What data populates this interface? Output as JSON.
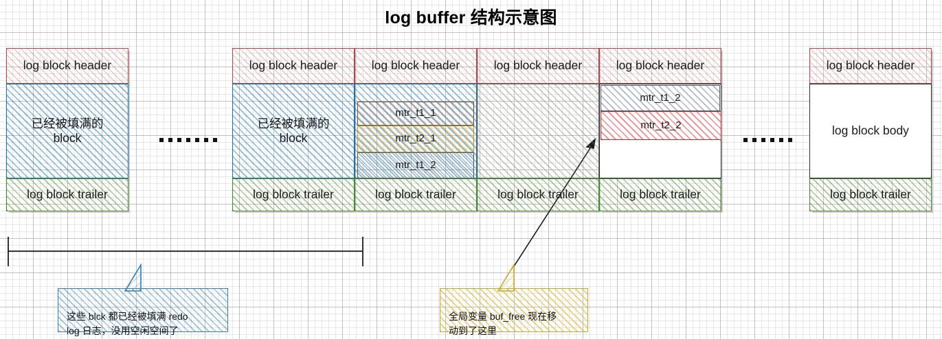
{
  "title": "log buffer 结构示意图",
  "labels": {
    "header": "log block header",
    "trailer": "log block trailer",
    "filled_body": "已经被填满的\nblock",
    "empty_body": "log block body"
  },
  "blocks": [
    {
      "id": "block-1",
      "state": "filled",
      "header": "log block header",
      "body": "已经被填满的\nblock",
      "trailer": "log block trailer",
      "mtrs": []
    },
    {
      "id": "block-2",
      "state": "filled",
      "header": "log block header",
      "body": "已经被填满的\nblock",
      "trailer": "log block trailer",
      "mtrs": []
    },
    {
      "id": "block-3",
      "state": "filled-mtr",
      "header": "log block header",
      "body": "",
      "trailer": "log block trailer",
      "mtrs": [
        "mtr_t1_1",
        "mtr_t2_1",
        "mtr_t1_2"
      ]
    },
    {
      "id": "block-4",
      "state": "filled",
      "header": "log block header",
      "body": "",
      "trailer": "log block trailer",
      "mtrs": []
    },
    {
      "id": "block-5",
      "state": "partial",
      "header": "log block header",
      "body": "",
      "trailer": "log block trailer",
      "mtrs": [
        "mtr_t1_2",
        "mtr_t2_2"
      ]
    },
    {
      "id": "block-6",
      "state": "empty",
      "header": "log block header",
      "body": "log block body",
      "trailer": "log block trailer",
      "mtrs": []
    }
  ],
  "mtr_entries": {
    "b3_r1": "mtr_t1_1",
    "b3_r2": "mtr_t2_1",
    "b3_r3": "mtr_t1_2",
    "b5_r1": "mtr_t1_2",
    "b5_r2": "mtr_t2_2"
  },
  "callouts": [
    {
      "id": "callout-filled-blocks",
      "color": "#2a7fbe",
      "text": "这些 blck 都已经被填满 redo\nlog 日志，没用空闲空间了"
    },
    {
      "id": "callout-buf-free",
      "color": "#c9a823",
      "text": "全局变量 buf_free 现在移\n动到了这里"
    }
  ],
  "ellipsis": {
    "left": "•••••••",
    "right": "••••••"
  },
  "colors": {
    "header": "#b44444",
    "trailer": "#3f8f27",
    "filled_body": "#1b72b0",
    "mtr_t1_1": "#8a4a20",
    "mtr_t2_1": "#d79a10",
    "mtr_t1_2": "#4a5e70",
    "mtr_t2_2": "#d62222",
    "gray_body": "#5f6b5a"
  }
}
